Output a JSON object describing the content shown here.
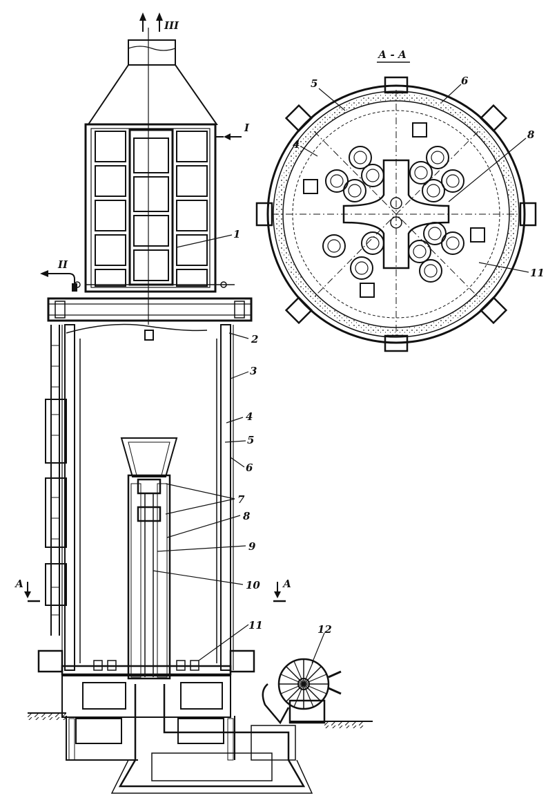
{
  "section": {
    "title": "А - А"
  },
  "flows": {
    "I": "I",
    "II": "II",
    "III": "III"
  },
  "cut_marks": {
    "left": "А",
    "right": "А"
  },
  "callouts": {
    "n1": "1",
    "n2": "2",
    "n3": "3",
    "n4": "4",
    "n5": "5",
    "n6": "6",
    "n7": "7",
    "n8": "8",
    "n9": "9",
    "n10": "10",
    "n11": "11",
    "n12": "12"
  },
  "section_callouts": {
    "n4": "4",
    "n5": "5",
    "n6": "6",
    "n8": "8",
    "n11": "11"
  }
}
